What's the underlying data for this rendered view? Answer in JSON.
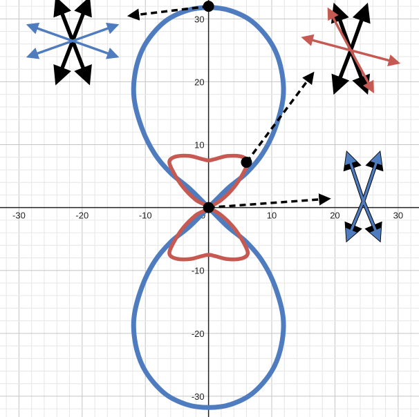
{
  "chart_data": {
    "type": "line",
    "title": "",
    "xlabel": "",
    "ylabel": "",
    "xlim": [
      -33,
      33.3
    ],
    "ylim": [
      -33.3,
      33
    ],
    "grid": true,
    "minor_grid_step": 2,
    "major_grid_step": 10,
    "x_ticks": [
      -30,
      -20,
      -10,
      0,
      10,
      20,
      30
    ],
    "y_ticks": [
      -30,
      -20,
      -10,
      10,
      20,
      30
    ],
    "x_tick_labels": [
      "-30",
      "-20",
      "-10",
      "0",
      "10",
      "20",
      "30"
    ],
    "y_tick_labels": [
      "-30",
      "-20",
      "-10",
      "10",
      "20",
      "30"
    ],
    "series": [
      {
        "curve": "figure-eight",
        "color": "#4f7cbf",
        "points": [
          [
            0,
            0
          ],
          [
            -3,
            3
          ],
          [
            -6,
            5.5
          ],
          [
            -8.5,
            8.5
          ],
          [
            -10.5,
            12.5
          ],
          [
            -11.8,
            17.5
          ],
          [
            -11.5,
            22
          ],
          [
            -10,
            26
          ],
          [
            -7,
            29.5
          ],
          [
            -3.5,
            31.3
          ],
          [
            0,
            31.8
          ],
          [
            3.5,
            31.3
          ],
          [
            7,
            29.5
          ],
          [
            10,
            26
          ],
          [
            11.5,
            22
          ],
          [
            11.8,
            17.5
          ],
          [
            10.5,
            12.5
          ],
          [
            8.5,
            8.5
          ],
          [
            6,
            5.5
          ],
          [
            3,
            3
          ],
          [
            0,
            0
          ],
          [
            -3,
            -3
          ],
          [
            -6,
            -5.5
          ],
          [
            -8.5,
            -8.5
          ],
          [
            -10.5,
            -12.5
          ],
          [
            -11.8,
            -17.5
          ],
          [
            -11.5,
            -22
          ],
          [
            -10,
            -26
          ],
          [
            -7,
            -29.5
          ],
          [
            -3.5,
            -31.3
          ],
          [
            0,
            -31.8
          ],
          [
            3.5,
            -31.3
          ],
          [
            7,
            -29.5
          ],
          [
            10,
            -26
          ],
          [
            11.5,
            -22
          ],
          [
            11.8,
            -17.5
          ],
          [
            10.5,
            -12.5
          ],
          [
            8.5,
            -8.5
          ],
          [
            6,
            -5.5
          ],
          [
            3,
            -3
          ],
          [
            0,
            0
          ]
        ]
      },
      {
        "curve": "bowtie",
        "color": "#c65a52",
        "points": [
          [
            0,
            0
          ],
          [
            2,
            1.2
          ],
          [
            4,
            3.2
          ],
          [
            5.5,
            5.5
          ],
          [
            6.2,
            7.3
          ],
          [
            5.2,
            8.1
          ],
          [
            3,
            8.2
          ],
          [
            1,
            7.7
          ],
          [
            0,
            7.5
          ],
          [
            -1,
            7.7
          ],
          [
            -3,
            8.2
          ],
          [
            -5.2,
            8.1
          ],
          [
            -6.2,
            7.3
          ],
          [
            -5.5,
            5.5
          ],
          [
            -4,
            3.2
          ],
          [
            -2,
            1.2
          ],
          [
            0,
            0
          ],
          [
            -2,
            -1.2
          ],
          [
            -4,
            -3.2
          ],
          [
            -5.5,
            -5.5
          ],
          [
            -6.2,
            -7.3
          ],
          [
            -5.2,
            -8.1
          ],
          [
            -3,
            -8.2
          ],
          [
            -1,
            -7.7
          ],
          [
            0,
            -7.5
          ],
          [
            1,
            -7.7
          ],
          [
            3,
            -8.2
          ],
          [
            5.2,
            -8.1
          ],
          [
            6.2,
            -7.3
          ],
          [
            5.5,
            -5.5
          ],
          [
            4,
            -3.2
          ],
          [
            2,
            -1.2
          ],
          [
            0,
            0
          ]
        ]
      }
    ],
    "marked_points": [
      {
        "x": 0,
        "y": 32,
        "color": "#000000"
      },
      {
        "x": 6,
        "y": 7.2,
        "color": "#000000"
      },
      {
        "x": 0,
        "y": 0,
        "color": "#000000"
      }
    ],
    "annotation_arrows": [
      {
        "from": [
          0,
          32
        ],
        "to": [
          -12.5,
          30.5
        ],
        "style": "dashed",
        "color": "#000000"
      },
      {
        "from": [
          6,
          7.2
        ],
        "to": [
          16.5,
          21.3
        ],
        "style": "dashed",
        "color": "#000000"
      },
      {
        "from": [
          0,
          0
        ],
        "to": [
          19,
          1.4
        ],
        "style": "dashed",
        "color": "#000000"
      }
    ],
    "arrow_glyphs": [
      {
        "label": "top-left-glyph",
        "arrows": [
          {
            "from": [
              -21.5,
              26.5
            ],
            "to": [
              -24,
              33
            ],
            "color": "#000000"
          },
          {
            "from": [
              -21.5,
              26.5
            ],
            "to": [
              -19,
              33
            ],
            "color": "#000000"
          },
          {
            "from": [
              -21.5,
              26.5
            ],
            "to": [
              -24,
              20
            ],
            "color": "#000000"
          },
          {
            "from": [
              -21.5,
              26.5
            ],
            "to": [
              -19,
              20
            ],
            "color": "#000000"
          },
          {
            "from": [
              -21.5,
              26.5
            ],
            "to": [
              -28.5,
              29
            ],
            "color": "#4f7cbf"
          },
          {
            "from": [
              -21.5,
              26.5
            ],
            "to": [
              -14.5,
              29
            ],
            "color": "#4f7cbf"
          },
          {
            "from": [
              -21.5,
              26.5
            ],
            "to": [
              -28.5,
              24
            ],
            "color": "#4f7cbf"
          },
          {
            "from": [
              -21.5,
              26.5
            ],
            "to": [
              -14.5,
              24
            ],
            "color": "#4f7cbf"
          }
        ]
      },
      {
        "label": "top-right-glyph",
        "arrows": [
          {
            "from": [
              22.5,
              25
            ],
            "to": [
              20,
              32
            ],
            "color": "#000000"
          },
          {
            "from": [
              22.5,
              25
            ],
            "to": [
              25,
              32
            ],
            "color": "#000000"
          },
          {
            "from": [
              22.5,
              25
            ],
            "to": [
              20,
              18.5
            ],
            "color": "#000000"
          },
          {
            "from": [
              22.5,
              25
            ],
            "to": [
              25,
              18.5
            ],
            "color": "#000000"
          },
          {
            "from": [
              22.5,
              25
            ],
            "to": [
              15,
              27
            ],
            "color": "#c65a52"
          },
          {
            "from": [
              22.5,
              25
            ],
            "to": [
              30,
              23
            ],
            "color": "#c65a52"
          },
          {
            "from": [
              22.5,
              25
            ],
            "to": [
              19,
              31.5
            ],
            "color": "#c65a52"
          },
          {
            "from": [
              22.5,
              25
            ],
            "to": [
              26,
              18.5
            ],
            "color": "#c65a52"
          }
        ]
      },
      {
        "label": "right-glyph",
        "arrows": [
          {
            "from": [
              24.5,
              1
            ],
            "to": [
              22,
              8.5
            ],
            "color": "#000000"
          },
          {
            "from": [
              24.5,
              1
            ],
            "to": [
              27,
              8.5
            ],
            "color": "#000000"
          },
          {
            "from": [
              24.5,
              1
            ],
            "to": [
              22,
              -5
            ],
            "color": "#000000"
          },
          {
            "from": [
              24.5,
              1
            ],
            "to": [
              27,
              -5
            ],
            "color": "#000000"
          },
          {
            "from": [
              24.5,
              1
            ],
            "to": [
              22,
              8.5
            ],
            "color": "#4f7cbf"
          },
          {
            "from": [
              24.5,
              1
            ],
            "to": [
              27,
              8.5
            ],
            "color": "#4f7cbf"
          },
          {
            "from": [
              24.5,
              1
            ],
            "to": [
              22,
              -5
            ],
            "color": "#4f7cbf"
          },
          {
            "from": [
              24.5,
              1
            ],
            "to": [
              27,
              -5
            ],
            "color": "#4f7cbf"
          }
        ]
      }
    ]
  }
}
